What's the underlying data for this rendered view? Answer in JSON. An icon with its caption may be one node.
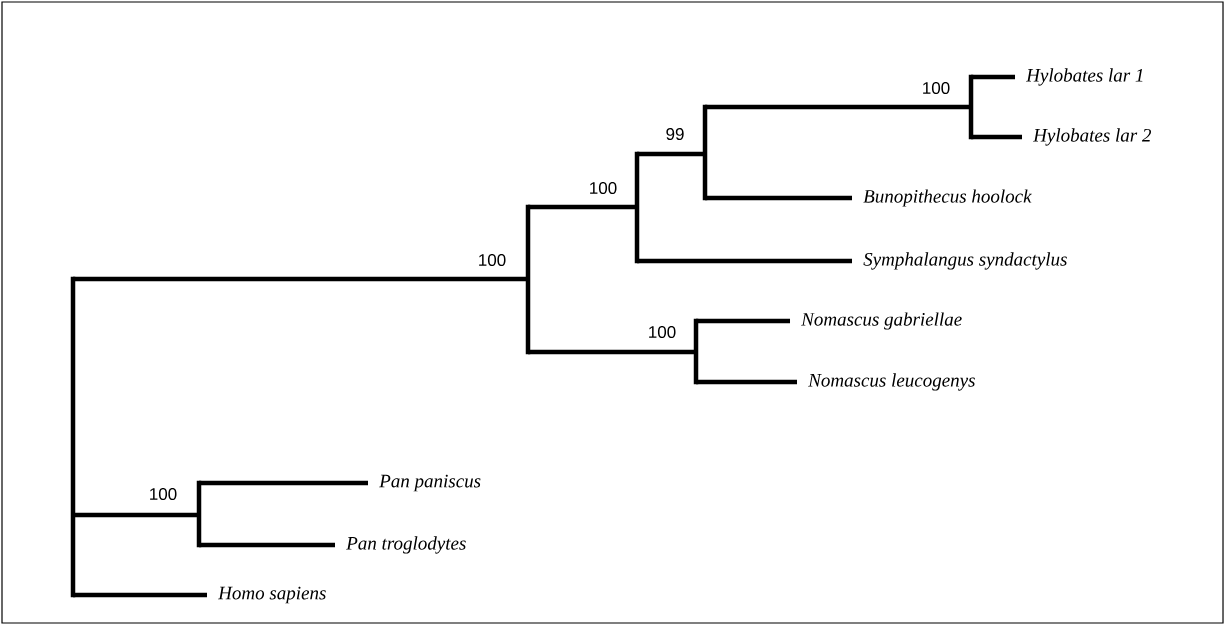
{
  "diagram": {
    "nodes": [
      {
        "text": [],
        "shape": "bar"
      },
      {
        "text": [],
        "shape": "bar",
        "beside": [
          "100"
        ]
      },
      {
        "text": [],
        "shape": "bar",
        "beside": [
          "100"
        ]
      },
      {
        "text": [],
        "shape": "bar",
        "beside": [
          "99"
        ]
      },
      {
        "text": [],
        "shape": "bar",
        "beside": [
          "100"
        ]
      },
      {
        "text": [
          "Hylobates lar 1"
        ]
      },
      {
        "text": [
          "Hylobates lar 2"
        ]
      },
      {
        "text": [
          "Bunopithecus hoolock"
        ]
      },
      {
        "text": [
          "Symphalangus syndactylus"
        ]
      },
      {
        "text": [],
        "shape": "bar",
        "beside": [
          "100"
        ]
      },
      {
        "text": [
          "Nomascus gabriellae"
        ]
      },
      {
        "text": [
          "Nomascus leucogenys"
        ]
      },
      {
        "text": [],
        "shape": "bar",
        "beside": [
          "100"
        ]
      },
      {
        "text": [
          "Pan paniscus"
        ]
      },
      {
        "text": [
          "Pan troglodytes"
        ]
      },
      {
        "text": [
          "Homo sapiens"
        ]
      }
    ],
    "edges": [
      {
        "from": 0,
        "to": 1,
        "arrow": "none"
      },
      {
        "from": 0,
        "to": 12,
        "arrow": "none"
      },
      {
        "from": 0,
        "to": 15,
        "arrow": "none"
      },
      {
        "from": 1,
        "to": 2,
        "arrow": "none"
      },
      {
        "from": 1,
        "to": 9,
        "arrow": "none"
      },
      {
        "from": 2,
        "to": 3,
        "arrow": "none"
      },
      {
        "from": 2,
        "to": 8,
        "arrow": "none"
      },
      {
        "from": 3,
        "to": 4,
        "arrow": "none"
      },
      {
        "from": 3,
        "to": 7,
        "arrow": "none"
      },
      {
        "from": 4,
        "to": 5,
        "arrow": "none"
      },
      {
        "from": 4,
        "to": 6,
        "arrow": "none"
      },
      {
        "from": 9,
        "to": 10,
        "arrow": "none"
      },
      {
        "from": 9,
        "to": 11,
        "arrow": "none"
      },
      {
        "from": 12,
        "to": 13,
        "arrow": "none"
      },
      {
        "from": 12,
        "to": 14,
        "arrow": "none"
      }
    ]
  }
}
